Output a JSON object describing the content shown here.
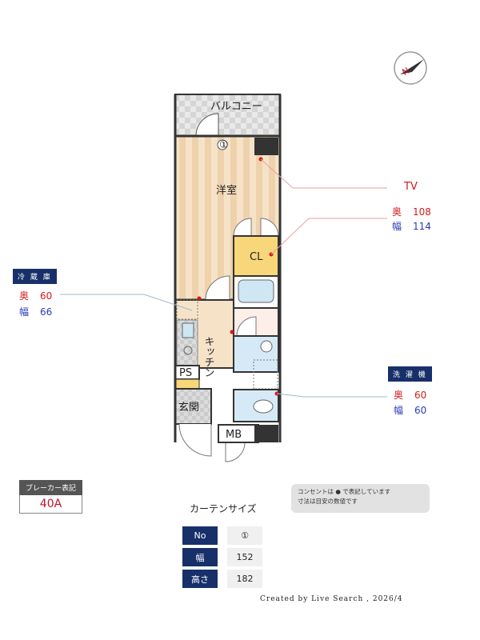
{
  "rooms": {
    "balcony": "バルコニー",
    "western_room": "洋室",
    "closet": "CL",
    "kitchen": "キッチン",
    "ps": "PS",
    "entrance": "玄関",
    "mb": "MB",
    "curtain_marker": "①"
  },
  "callouts": {
    "tv": {
      "title": "TV",
      "depth_label": "奥",
      "depth": "108",
      "width_label": "幅",
      "width": "114"
    },
    "fridge": {
      "title": "冷 蔵 庫",
      "depth_label": "奥",
      "depth": "60",
      "width_label": "幅",
      "width": "66"
    },
    "washer": {
      "title": "洗 濯 機",
      "depth_label": "奥",
      "depth": "60",
      "width_label": "幅",
      "width": "60"
    }
  },
  "breaker": {
    "label": "ブレーカー表記",
    "value": "40A"
  },
  "note": {
    "line1": "コンセントは ● で表記しています",
    "line2": "寸法は目安の数値です"
  },
  "curtain": {
    "title": "カーテンサイズ",
    "rows": [
      {
        "key": "No",
        "value": "①"
      },
      {
        "key": "幅",
        "value": "152"
      },
      {
        "key": "高さ",
        "value": "182"
      }
    ]
  },
  "credit": "Created by Live Search , 2026/4",
  "compass": {
    "letter": "N"
  },
  "colors": {
    "navy": "#17306a",
    "red": "#d31a1a",
    "blue": "#2a3bb8",
    "wood": "#f3dcbd",
    "closet": "#f7d77a",
    "water": "#cfe6f3"
  }
}
